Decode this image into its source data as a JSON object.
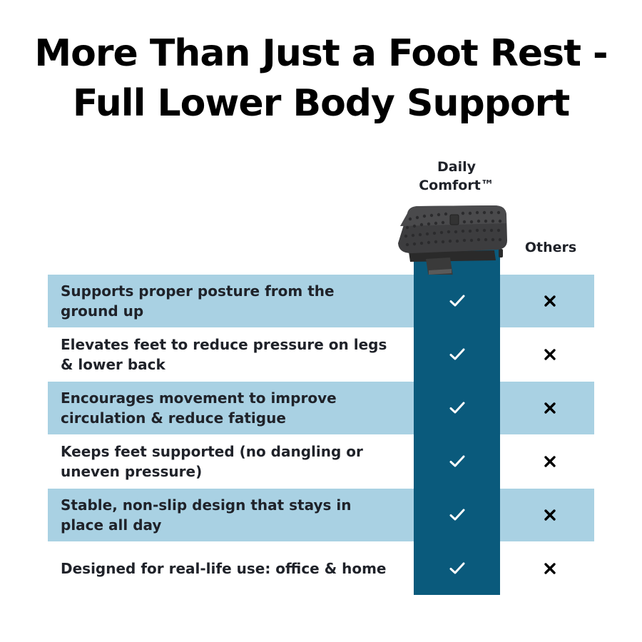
{
  "title": {
    "line1": "More Than Just a Foot Rest -",
    "line2": "Full Lower Body Support"
  },
  "columns": {
    "brand": "Daily Comfort™",
    "others": "Others"
  },
  "product_image": "footrest-product-image",
  "icons": {
    "brand": "check-icon",
    "others": "x-icon"
  },
  "colors": {
    "brand_column": "#0a5a7c",
    "row_shade": "#a9d1e3"
  },
  "rows": [
    {
      "label": "Supports proper posture from the ground up",
      "brand": true,
      "others": false
    },
    {
      "label": "Elevates feet to reduce pressure on legs & lower back",
      "brand": true,
      "others": false
    },
    {
      "label": "Encourages movement to improve circulation & reduce fatigue",
      "brand": true,
      "others": false
    },
    {
      "label": "Keeps feet supported (no dangling or uneven pressure)",
      "brand": true,
      "others": false
    },
    {
      "label": "Stable, non-slip design that stays in place all day",
      "brand": true,
      "others": false
    },
    {
      "label": "Designed for real-life use: office & home",
      "brand": true,
      "others": false
    }
  ]
}
